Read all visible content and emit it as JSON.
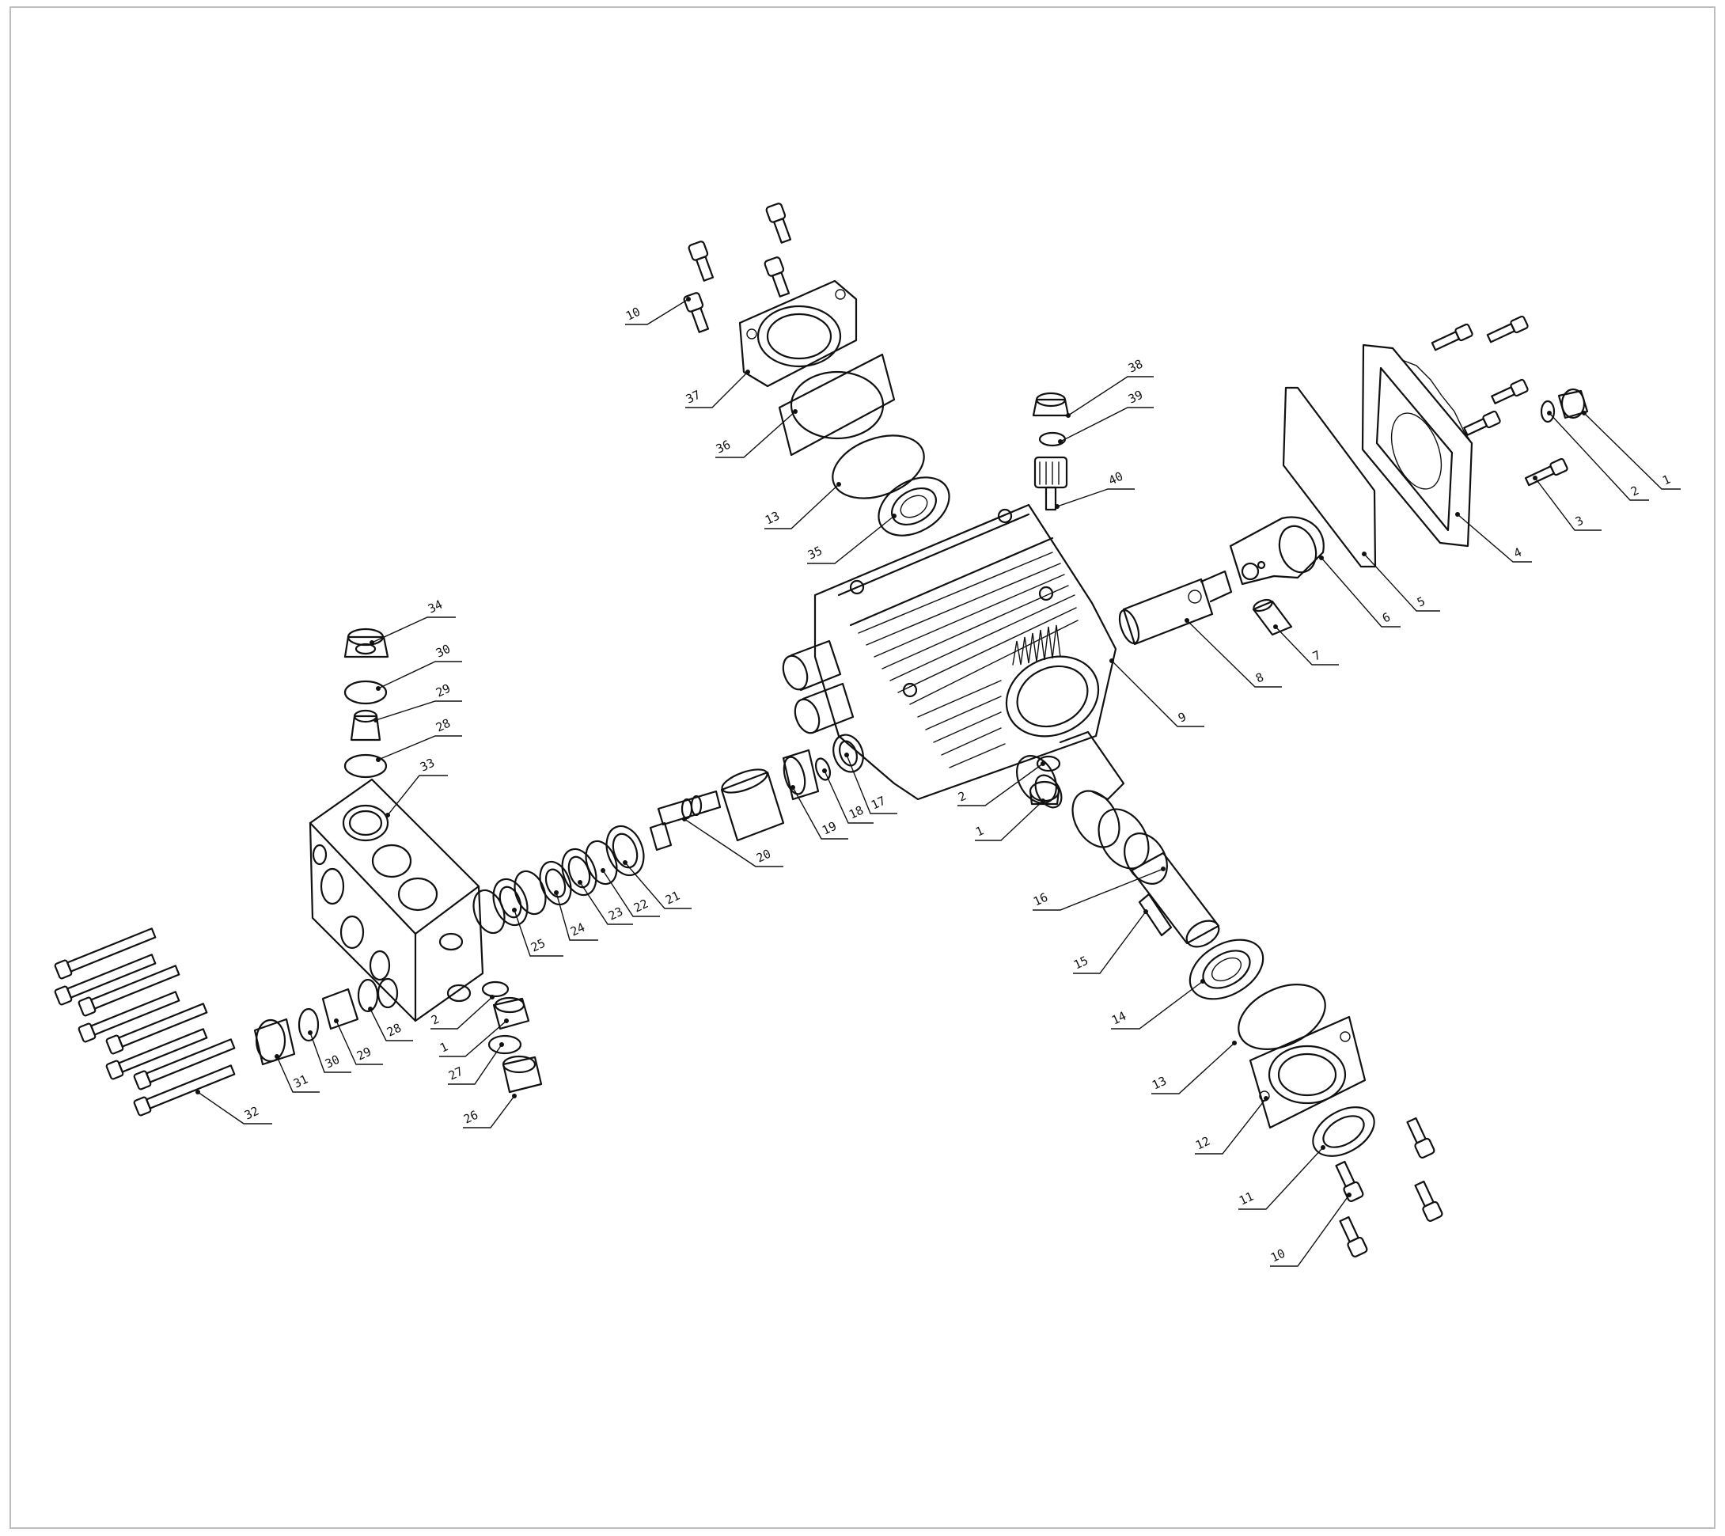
{
  "colors": {
    "ink": "#111111",
    "frame": "#bdbdbd",
    "background": "#ffffff"
  },
  "callouts": [
    {
      "id": "c-10-top",
      "num": "10"
    },
    {
      "id": "c-37",
      "num": "37"
    },
    {
      "id": "c-36",
      "num": "36"
    },
    {
      "id": "c-13-top",
      "num": "13"
    },
    {
      "id": "c-35",
      "num": "35"
    },
    {
      "id": "c-38",
      "num": "38"
    },
    {
      "id": "c-39",
      "num": "39"
    },
    {
      "id": "c-40",
      "num": "40"
    },
    {
      "id": "c-1-right",
      "num": "1"
    },
    {
      "id": "c-2-right",
      "num": "2"
    },
    {
      "id": "c-3",
      "num": "3"
    },
    {
      "id": "c-4",
      "num": "4"
    },
    {
      "id": "c-5",
      "num": "5"
    },
    {
      "id": "c-6",
      "num": "6"
    },
    {
      "id": "c-7",
      "num": "7"
    },
    {
      "id": "c-8",
      "num": "8"
    },
    {
      "id": "c-9",
      "num": "9"
    },
    {
      "id": "c-2-mid",
      "num": "2"
    },
    {
      "id": "c-1-mid",
      "num": "1"
    },
    {
      "id": "c-17",
      "num": "17"
    },
    {
      "id": "c-18",
      "num": "18"
    },
    {
      "id": "c-19",
      "num": "19"
    },
    {
      "id": "c-20",
      "num": "20"
    },
    {
      "id": "c-21",
      "num": "21"
    },
    {
      "id": "c-22",
      "num": "22"
    },
    {
      "id": "c-23",
      "num": "23"
    },
    {
      "id": "c-24",
      "num": "24"
    },
    {
      "id": "c-25",
      "num": "25"
    },
    {
      "id": "c-34",
      "num": "34"
    },
    {
      "id": "c-30-top",
      "num": "30"
    },
    {
      "id": "c-29-top",
      "num": "29"
    },
    {
      "id": "c-28-top",
      "num": "28"
    },
    {
      "id": "c-33",
      "num": "33"
    },
    {
      "id": "c-16",
      "num": "16"
    },
    {
      "id": "c-15",
      "num": "15"
    },
    {
      "id": "c-14",
      "num": "14"
    },
    {
      "id": "c-13-bottom",
      "num": "13"
    },
    {
      "id": "c-12",
      "num": "12"
    },
    {
      "id": "c-11",
      "num": "11"
    },
    {
      "id": "c-10-bottom",
      "num": "10"
    },
    {
      "id": "c-28-left",
      "num": "28"
    },
    {
      "id": "c-29-left",
      "num": "29"
    },
    {
      "id": "c-30-left",
      "num": "30"
    },
    {
      "id": "c-31",
      "num": "31"
    },
    {
      "id": "c-32",
      "num": "32"
    },
    {
      "id": "c-2-left",
      "num": "2"
    },
    {
      "id": "c-1-left",
      "num": "1"
    },
    {
      "id": "c-27",
      "num": "27"
    },
    {
      "id": "c-26",
      "num": "26"
    }
  ]
}
